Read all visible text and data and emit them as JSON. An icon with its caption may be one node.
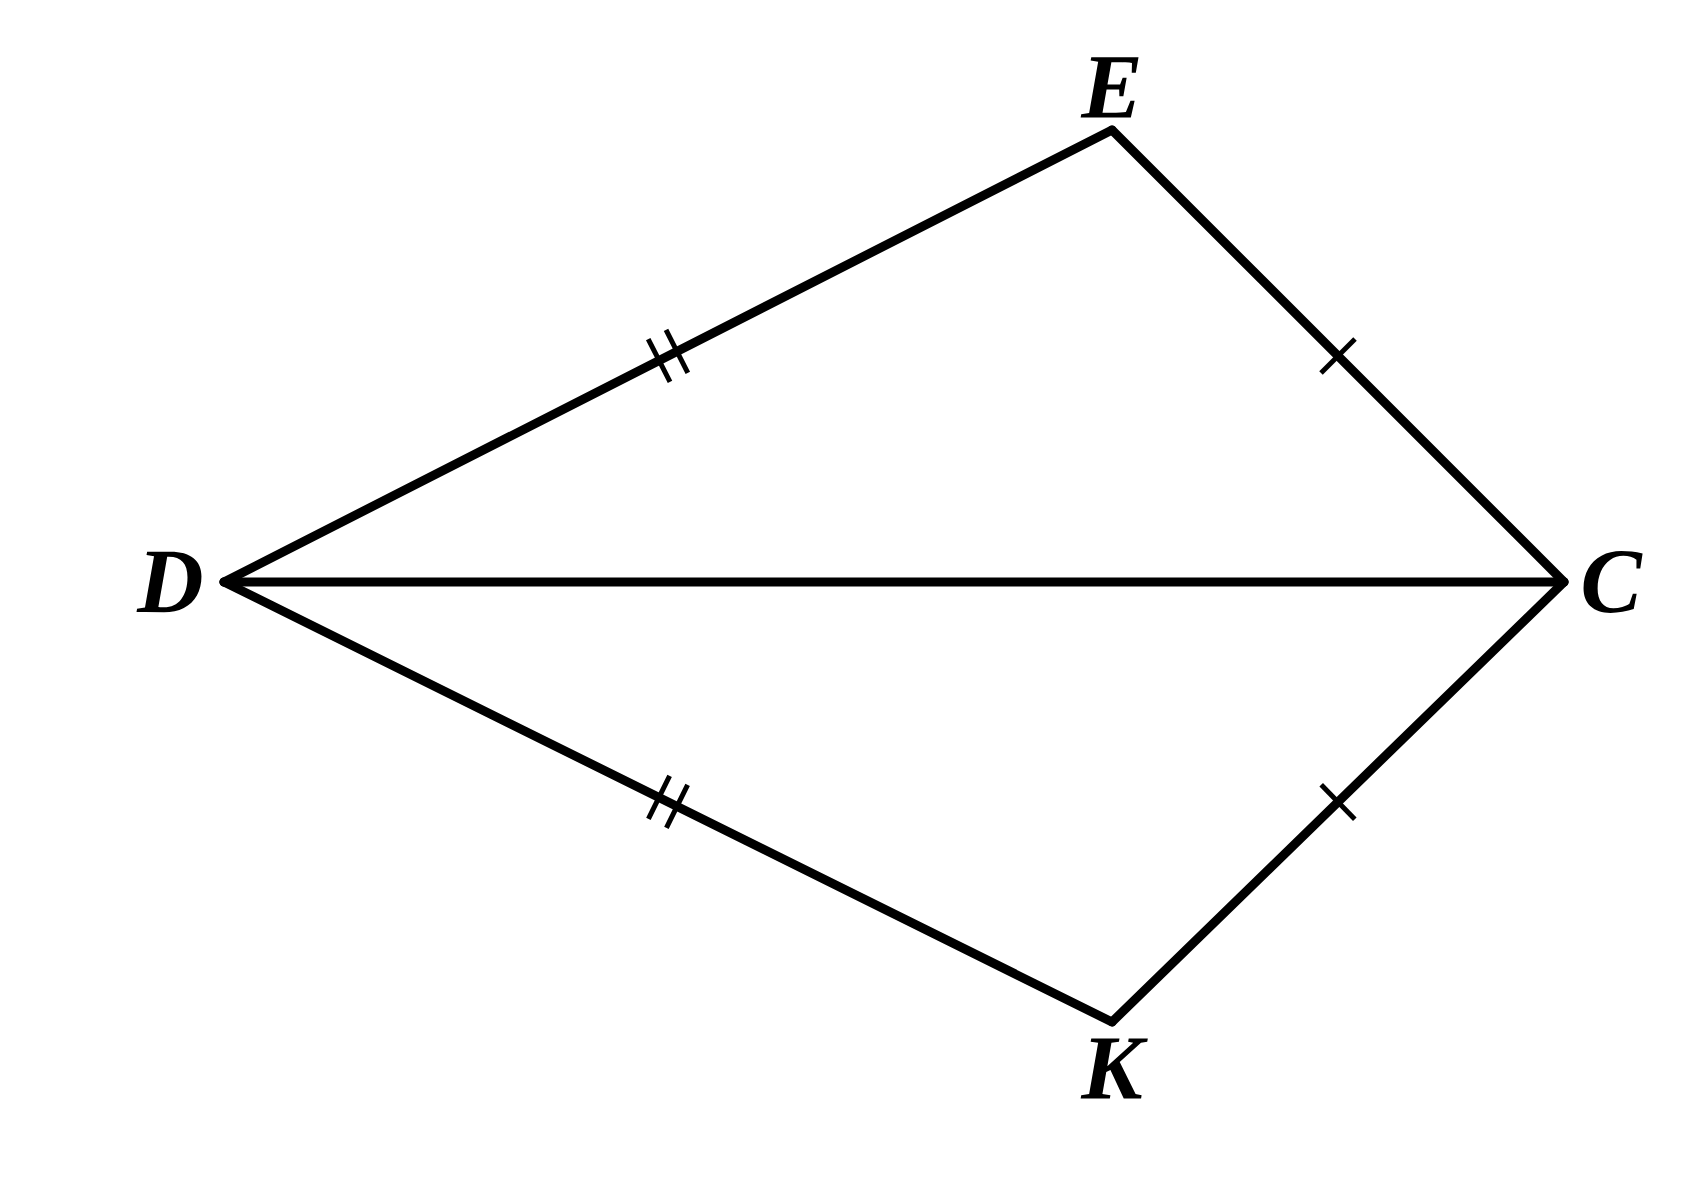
{
  "diagram": {
    "nodes": [
      {
        "text": [
          "D"
        ]
      },
      {
        "text": [
          "E"
        ]
      },
      {
        "text": [
          "C"
        ]
      },
      {
        "text": [
          "K"
        ]
      }
    ],
    "edges": [
      {
        "from": 0,
        "to": 1,
        "arrow": "none"
      },
      {
        "from": 1,
        "to": 2,
        "arrow": "none"
      },
      {
        "from": 2,
        "to": 3,
        "arrow": "none"
      },
      {
        "from": 3,
        "to": 0,
        "arrow": "none"
      },
      {
        "from": 0,
        "to": 2,
        "arrow": "none"
      }
    ]
  }
}
